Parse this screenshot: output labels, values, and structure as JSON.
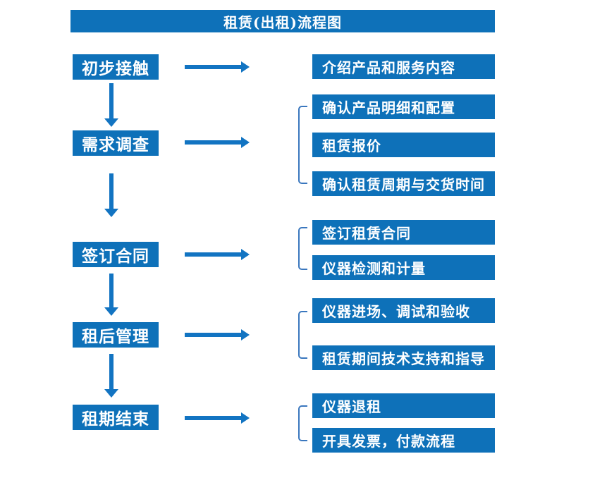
{
  "title": "租赁(出租)流程图",
  "colors": {
    "primary_blue": "#0e71b9",
    "arrow_blue": "#1274c2",
    "bracket_blue": "#3a77be",
    "text_white": "#ffffff",
    "background": "#ffffff"
  },
  "flow": {
    "steps": [
      {
        "label": "初步接触",
        "outputs": [
          "介绍产品和服务内容"
        ]
      },
      {
        "label": "需求调查",
        "outputs": [
          "确认产品明细和配置",
          "租赁报价",
          "确认租赁周期与交货时间"
        ]
      },
      {
        "label": "签订合同",
        "outputs": [
          "签订租赁合同",
          "仪器检测和计量"
        ]
      },
      {
        "label": "租后管理",
        "outputs": [
          "仪器进场、调试和验收",
          "租赁期间技术支持和指导"
        ]
      },
      {
        "label": "租期结束",
        "outputs": [
          "仪器退租",
          "开具发票，付款流程"
        ]
      }
    ]
  }
}
